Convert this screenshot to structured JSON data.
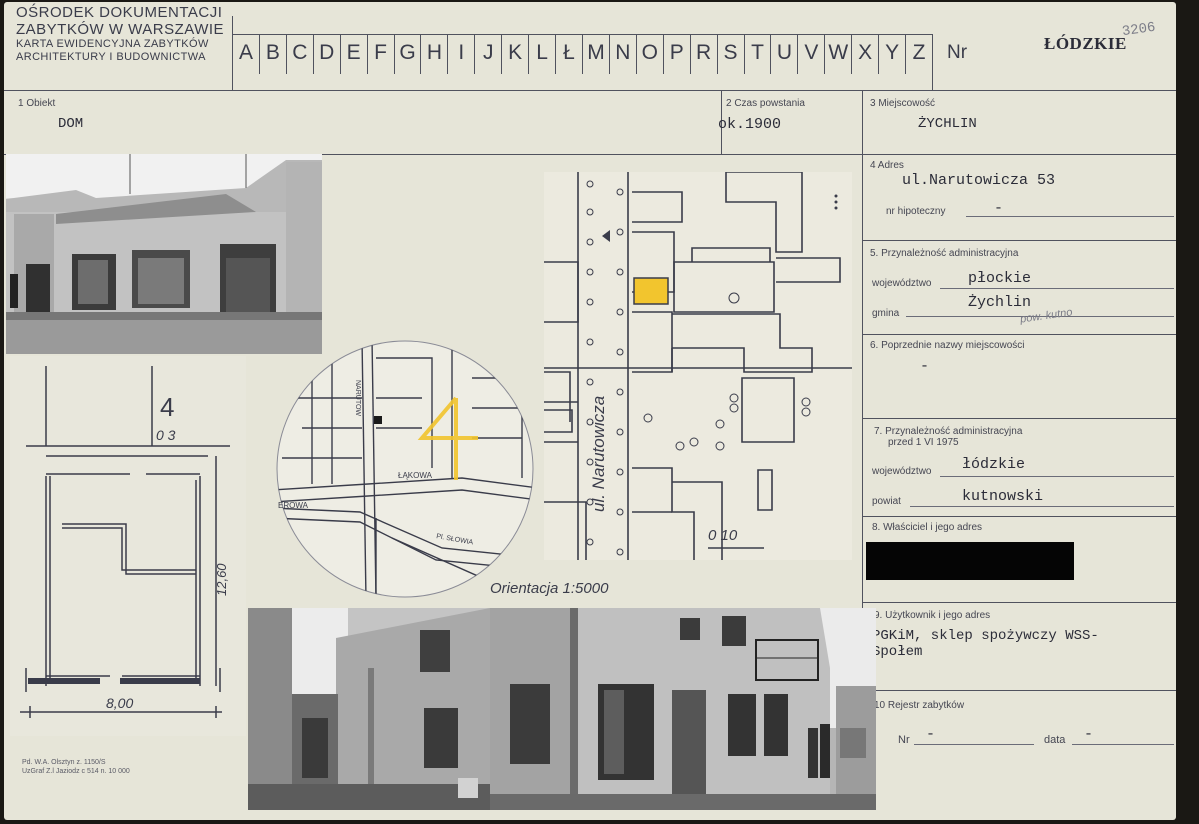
{
  "header": {
    "institution_line1": "OŚRODEK DOKUMENTACJI",
    "institution_line2": "ZABYTKÓW W WARSZAWIE",
    "institution_line3": "KARTA EWIDENCYJNA ZABYTKÓW",
    "institution_line4": "ARCHITEKTURY I BUDOWNICTWA",
    "letters": [
      "A",
      "B",
      "C",
      "D",
      "E",
      "F",
      "G",
      "H",
      "I",
      "J",
      "K",
      "L",
      "Ł",
      "M",
      "N",
      "O",
      "P",
      "R",
      "S",
      "T",
      "U",
      "V",
      "W",
      "X",
      "Y",
      "Z"
    ],
    "nr_label": "Nr",
    "voivodeship": "ŁÓDZKIE",
    "pencil_number": "3206"
  },
  "fields": {
    "obiekt_label": "1 Obiekt",
    "obiekt_value": "DOM",
    "czas_label": "2 Czas powstania",
    "czas_value": "ok.1900",
    "miejscowosc_label": "3 Miejscowość",
    "miejscowosc_value": "ŻYCHLIN",
    "adres_label": "4 Adres",
    "adres_value": "ul.Narutowicza 53",
    "hipoteczny_label": "nr hipoteczny",
    "hipoteczny_value": "-",
    "przynaleznosc_label": "5. Przynależność administracyjna",
    "wojewodztwo_label": "województwo",
    "wojewodztwo_value": "płockie",
    "gmina_label": "gmina",
    "gmina_value": "Żychlin",
    "gmina_note": "pow. kutno",
    "poprzednie_label": "6. Poprzednie nazwy miejscowości",
    "poprzednie_value": "-",
    "przynaleznosc75_label1": "7. Przynależność administracyjna",
    "przynaleznosc75_label2": "przed 1 VI 1975",
    "wojewodztwo75_label": "województwo",
    "wojewodztwo75_value": "łódzkie",
    "powiat_label": "powiat",
    "powiat_value": "kutnowski",
    "wlasciciel_label": "8. Właściciel i jego adres",
    "uzytkownik_label": "9. Użytkownik i jego adres",
    "uzytkownik_value1": "PGKiM, sklep spożywczy WSS-",
    "uzytkownik_value2": "Społem",
    "rejestr_label": "10 Rejestr zabytków",
    "rejestr_nr_label": "Nr",
    "rejestr_nr_value": "-",
    "rejestr_data_label": "data",
    "rejestr_data_value": "-"
  },
  "drawings": {
    "orientation_label": "Orientacja 1:5000",
    "street_label": "ul. Narutowicza",
    "plan_dim_width": "8,00",
    "plan_dim_height": "12,60",
    "scale_plan": "0 3",
    "scale_map": "0 10",
    "plan_number": "4",
    "street_lakowa": "ŁĄKOWA",
    "street_partial": "EROWA",
    "street_szlowia": "Pl. SŁOWIA",
    "street_naruto": "NARUTOW"
  },
  "footer": {
    "print_line1": "Pd. W.A. Olsztyn z. 1150/S",
    "print_line2": "UzGraf Z.l Jaziodz c 514 n. 10 000"
  },
  "colors": {
    "card": "#e6e5d8",
    "ink": "#3a3c4a",
    "highlight": "#f2c52e",
    "redaction": "#050505"
  }
}
